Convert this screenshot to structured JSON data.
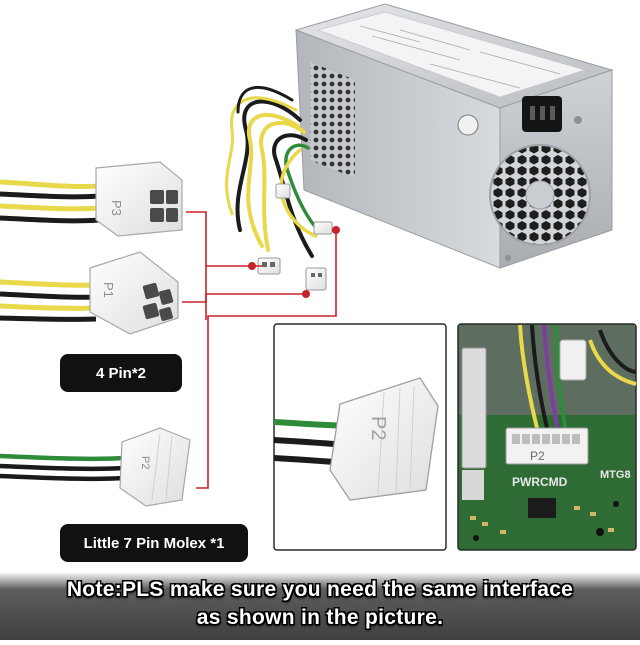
{
  "labels": {
    "four_pin": "4 Pin*2",
    "molex": "Little 7 Pin Molex *1"
  },
  "connector_marks": {
    "p3": "P3",
    "p1": "P1",
    "p2_small": "P2",
    "p2_large": "P2",
    "p2_board": "P2",
    "pwrcmd": "PWRCMD",
    "board_code": "MTG8"
  },
  "note": {
    "line1": "Note:PLS make sure you need the same interface",
    "line2": "as shown in the picture."
  },
  "colors": {
    "leader_line": "#c8232c",
    "label_bg": "#111111",
    "wire_yellow": "#e8d84a",
    "wire_black": "#1b1b1b",
    "wire_green": "#2e8b3a",
    "psu_silver": "#c9ccd0",
    "pcb_green": "#2f6b34"
  }
}
